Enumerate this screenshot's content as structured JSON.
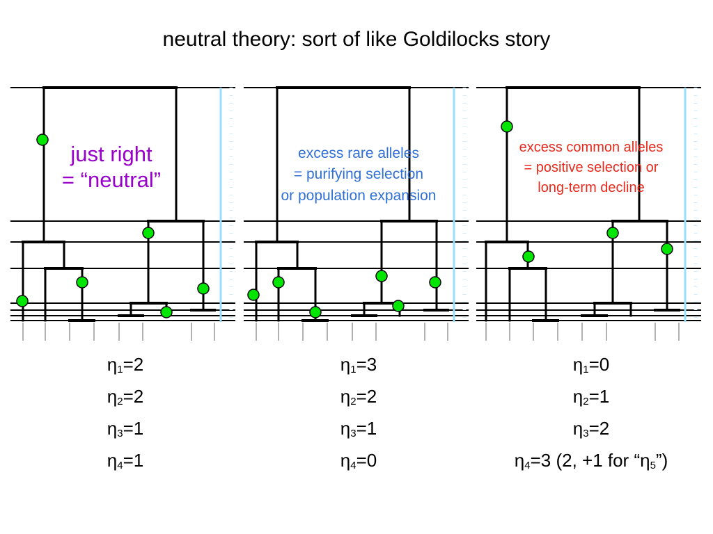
{
  "title": "neutral theory: sort of like Goldilocks story",
  "panels": [
    {
      "annotation": [
        "just right",
        "= “neutral”"
      ],
      "stats": [
        {
          "sym": "η",
          "idx": "1",
          "rest": "=2"
        },
        {
          "sym": "η",
          "idx": "2",
          "rest": "=2"
        },
        {
          "sym": "η",
          "idx": "3",
          "rest": "=1"
        },
        {
          "sym": "η",
          "idx": "4",
          "rest": "=1"
        }
      ]
    },
    {
      "annotation": [
        "excess rare alleles",
        "= purifying selection",
        "or population expansion"
      ],
      "stats": [
        {
          "sym": "η",
          "idx": "1",
          "rest": "=3"
        },
        {
          "sym": "η",
          "idx": "2",
          "rest": "=2"
        },
        {
          "sym": "η",
          "idx": "3",
          "rest": "=1"
        },
        {
          "sym": "η",
          "idx": "4",
          "rest": "=0"
        }
      ]
    },
    {
      "annotation": [
        "excess common alleles",
        "= positive selection or",
        "long-term decline"
      ],
      "stats": [
        {
          "sym": "η",
          "idx": "1",
          "rest": "=0"
        },
        {
          "sym": "η",
          "idx": "2",
          "rest": "=1"
        },
        {
          "sym": "η",
          "idx": "3",
          "rest": "=2"
        },
        {
          "sym": "η",
          "idx": "4",
          "rest": "=3 (2, +1 for “η",
          "idx2": "5",
          "rest2": "”)"
        }
      ]
    }
  ],
  "colors": {
    "mutation": "#00e600",
    "tree": "#000000",
    "scale_bar": "#99ddff",
    "annotation_1": "#9900cc",
    "annotation_2": "#2f6fd6",
    "annotation_3": "#e8291c"
  }
}
